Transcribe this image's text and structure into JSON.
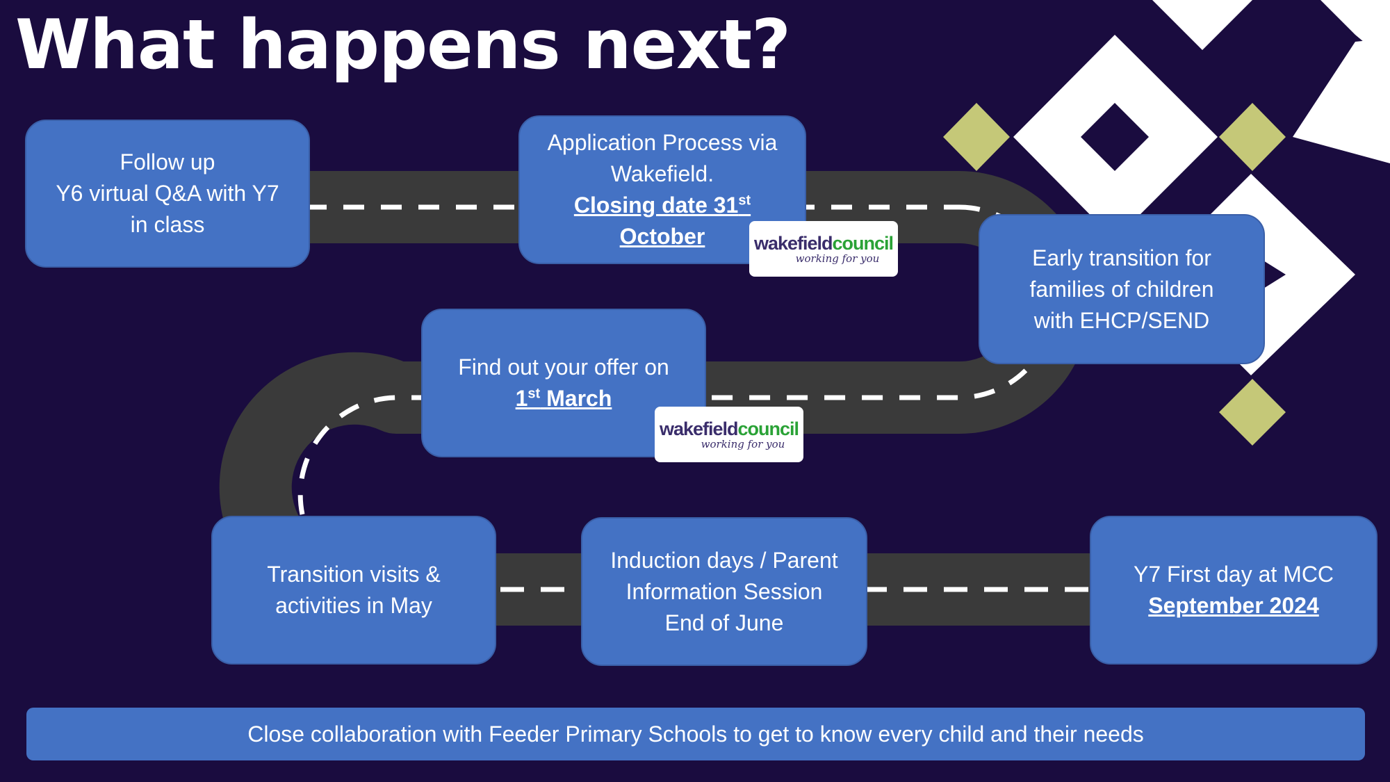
{
  "title": "What happens next?",
  "steps": {
    "follow_up": [
      "Follow up",
      "Y6 virtual Q&A with Y7",
      "in class"
    ],
    "application": {
      "line1": "Application Process via",
      "line2": "Wakefield.",
      "closing_text": "Closing date 31",
      "closing_sup": "st",
      "closing_month": "October"
    },
    "early_transition": [
      "Early transition for",
      "families of children",
      "with EHCP/SEND"
    ],
    "offer": {
      "line1": "Find out your offer on",
      "day": "1",
      "day_sup": "st",
      "month": " March"
    },
    "transition_visits": [
      "Transition visits &",
      "activities in May"
    ],
    "induction": [
      "Induction days / Parent",
      "Information Session",
      "End of June"
    ],
    "first_day": {
      "line1": "Y7 First day at MCC",
      "date": "September 2024"
    }
  },
  "logo": {
    "name_part1": "wakefield",
    "name_part2": "council",
    "tagline": "working for you"
  },
  "footer": "Close collaboration with Feeder Primary Schools to get to know every child and their needs",
  "colors": {
    "background": "#1a0c3f",
    "box": "#4472c4",
    "road": "#3a3a3a",
    "diamond_white": "#ffffff",
    "diamond_olive": "#c5c878"
  }
}
